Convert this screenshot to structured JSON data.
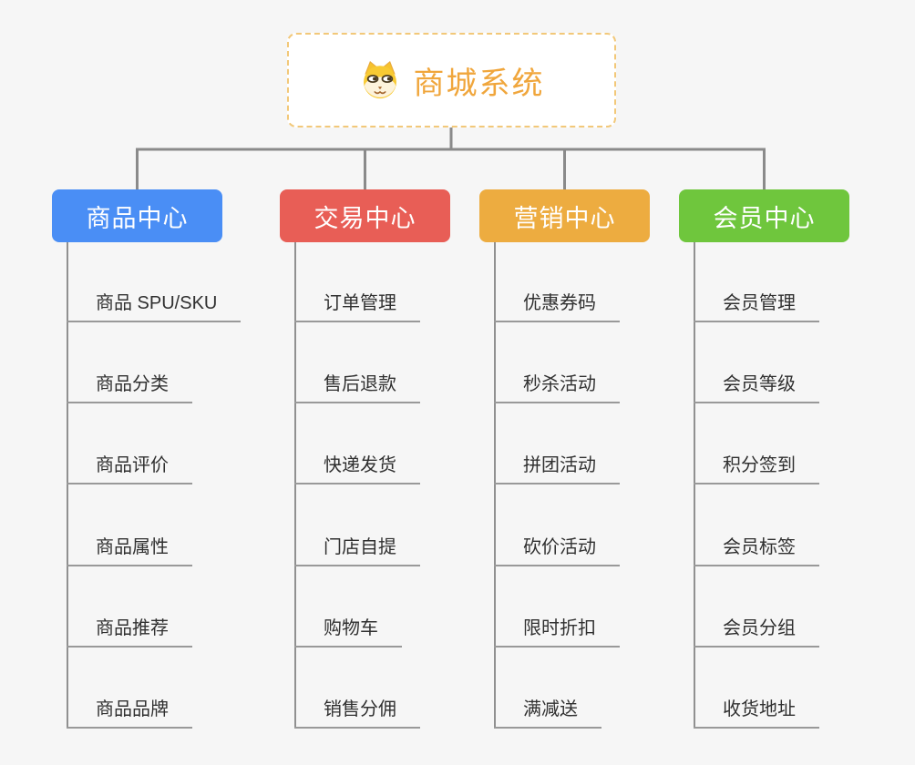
{
  "page": {
    "background_color": "#f6f6f6",
    "connector_color": "#8a8a8a"
  },
  "root": {
    "title": "商城系统",
    "title_color": "#f0a63c",
    "border_color": "#f2c879",
    "icon": "dog-face-icon"
  },
  "branches": [
    {
      "label": "商品中心",
      "color": "#4a8ef5",
      "children": [
        "商品 SPU/SKU",
        "商品分类",
        "商品评价",
        "商品属性",
        "商品推荐",
        "商品品牌"
      ]
    },
    {
      "label": "交易中心",
      "color": "#e85e56",
      "children": [
        "订单管理",
        "售后退款",
        "快递发货",
        "门店自提",
        "购物车",
        "销售分佣"
      ]
    },
    {
      "label": "营销中心",
      "color": "#edac40",
      "children": [
        "优惠券码",
        "秒杀活动",
        "拼团活动",
        "砍价活动",
        "限时折扣",
        "满减送"
      ]
    },
    {
      "label": "会员中心",
      "color": "#6fc63d",
      "children": [
        "会员管理",
        "会员等级",
        "积分签到",
        "会员标签",
        "会员分组",
        "收货地址"
      ]
    }
  ]
}
